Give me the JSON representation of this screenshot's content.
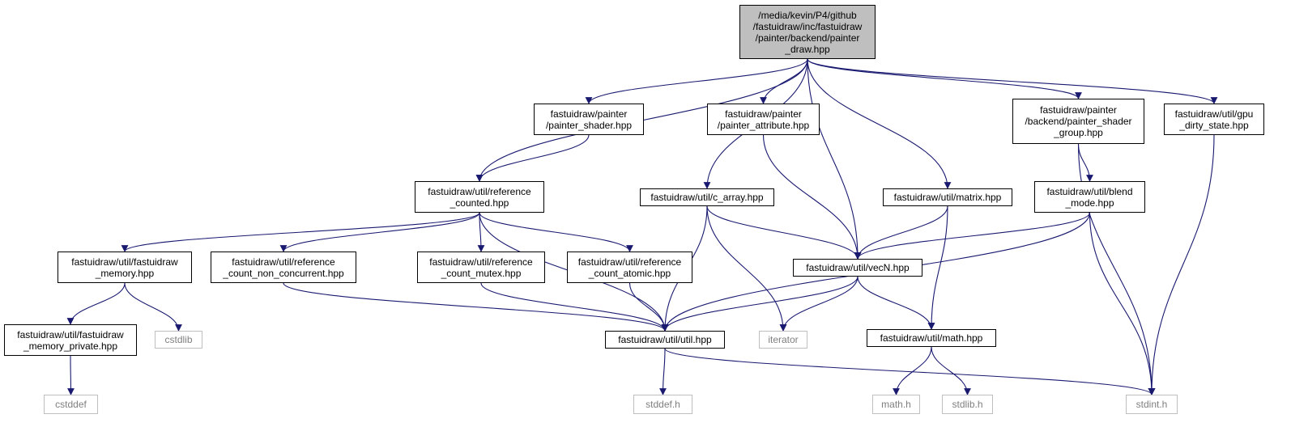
{
  "colors": {
    "edge": "#191970",
    "node_border": "#000000",
    "sys_border": "#bfbfbf",
    "sys_text": "#7f7f7f",
    "root_fill": "#bfbfbf"
  },
  "nodes": [
    {
      "id": "root",
      "kind": "root",
      "lines": [
        "/media/kevin/P4/github",
        "/fastuidraw/inc/fastuidraw",
        "/painter/backend/painter",
        "_draw.hpp"
      ]
    },
    {
      "id": "painter_shader",
      "kind": "file",
      "lines": [
        "fastuidraw/painter",
        "/painter_shader.hpp"
      ]
    },
    {
      "id": "painter_attribute",
      "kind": "file",
      "lines": [
        "fastuidraw/painter",
        "/painter_attribute.hpp"
      ]
    },
    {
      "id": "painter_shader_group",
      "kind": "file",
      "lines": [
        "fastuidraw/painter",
        "/backend/painter_shader",
        "_group.hpp"
      ]
    },
    {
      "id": "gpu_dirty_state",
      "kind": "file",
      "lines": [
        "fastuidraw/util/gpu",
        "_dirty_state.hpp"
      ]
    },
    {
      "id": "reference_counted",
      "kind": "file",
      "lines": [
        "fastuidraw/util/reference",
        "_counted.hpp"
      ]
    },
    {
      "id": "c_array",
      "kind": "file",
      "lines": [
        "fastuidraw/util/c_array.hpp"
      ]
    },
    {
      "id": "matrix",
      "kind": "file",
      "lines": [
        "fastuidraw/util/matrix.hpp"
      ]
    },
    {
      "id": "blend_mode",
      "kind": "file",
      "lines": [
        "fastuidraw/util/blend",
        "_mode.hpp"
      ]
    },
    {
      "id": "fastuidraw_memory",
      "kind": "file",
      "lines": [
        "fastuidraw/util/fastuidraw",
        "_memory.hpp"
      ]
    },
    {
      "id": "ref_non_concurrent",
      "kind": "file",
      "lines": [
        "fastuidraw/util/reference",
        "_count_non_concurrent.hpp"
      ]
    },
    {
      "id": "ref_mutex",
      "kind": "file",
      "lines": [
        "fastuidraw/util/reference",
        "_count_mutex.hpp"
      ]
    },
    {
      "id": "ref_atomic",
      "kind": "file",
      "lines": [
        "fastuidraw/util/reference",
        "_count_atomic.hpp"
      ]
    },
    {
      "id": "vecN",
      "kind": "file",
      "lines": [
        "fastuidraw/util/vecN.hpp"
      ]
    },
    {
      "id": "memory_private",
      "kind": "file",
      "lines": [
        "fastuidraw/util/fastuidraw",
        "_memory_private.hpp"
      ]
    },
    {
      "id": "cstdlib",
      "kind": "sys",
      "lines": [
        "cstdlib"
      ]
    },
    {
      "id": "util",
      "kind": "file",
      "lines": [
        "fastuidraw/util/util.hpp"
      ]
    },
    {
      "id": "iterator",
      "kind": "sys",
      "lines": [
        "iterator"
      ]
    },
    {
      "id": "math",
      "kind": "file",
      "lines": [
        "fastuidraw/util/math.hpp"
      ]
    },
    {
      "id": "cstddef",
      "kind": "sys",
      "lines": [
        "cstddef"
      ]
    },
    {
      "id": "stddef_h",
      "kind": "sys",
      "lines": [
        "stddef.h"
      ]
    },
    {
      "id": "math_h",
      "kind": "sys",
      "lines": [
        "math.h"
      ]
    },
    {
      "id": "stdlib_h",
      "kind": "sys",
      "lines": [
        "stdlib.h"
      ]
    },
    {
      "id": "stdint_h",
      "kind": "sys",
      "lines": [
        "stdint.h"
      ]
    }
  ],
  "edges": [
    [
      "root",
      "reference_counted"
    ],
    [
      "root",
      "painter_shader"
    ],
    [
      "root",
      "c_array"
    ],
    [
      "root",
      "painter_attribute"
    ],
    [
      "root",
      "vecN"
    ],
    [
      "root",
      "matrix"
    ],
    [
      "root",
      "painter_shader_group"
    ],
    [
      "root",
      "gpu_dirty_state"
    ],
    [
      "painter_shader",
      "reference_counted"
    ],
    [
      "painter_attribute",
      "vecN"
    ],
    [
      "painter_shader_group",
      "blend_mode"
    ],
    [
      "painter_shader_group",
      "stdint_h"
    ],
    [
      "gpu_dirty_state",
      "stdint_h"
    ],
    [
      "reference_counted",
      "fastuidraw_memory"
    ],
    [
      "reference_counted",
      "ref_non_concurrent"
    ],
    [
      "reference_counted",
      "ref_mutex"
    ],
    [
      "reference_counted",
      "ref_atomic"
    ],
    [
      "reference_counted",
      "util"
    ],
    [
      "c_array",
      "vecN"
    ],
    [
      "c_array",
      "util"
    ],
    [
      "c_array",
      "iterator"
    ],
    [
      "matrix",
      "vecN"
    ],
    [
      "matrix",
      "math"
    ],
    [
      "blend_mode",
      "vecN"
    ],
    [
      "blend_mode",
      "util"
    ],
    [
      "blend_mode",
      "stdint_h"
    ],
    [
      "fastuidraw_memory",
      "memory_private"
    ],
    [
      "fastuidraw_memory",
      "cstdlib"
    ],
    [
      "ref_non_concurrent",
      "util"
    ],
    [
      "ref_mutex",
      "util"
    ],
    [
      "ref_atomic",
      "util"
    ],
    [
      "vecN",
      "util"
    ],
    [
      "vecN",
      "iterator"
    ],
    [
      "vecN",
      "math"
    ],
    [
      "memory_private",
      "cstddef"
    ],
    [
      "util",
      "stddef_h"
    ],
    [
      "util",
      "stdint_h"
    ],
    [
      "math",
      "math_h"
    ],
    [
      "math",
      "stdlib_h"
    ]
  ]
}
